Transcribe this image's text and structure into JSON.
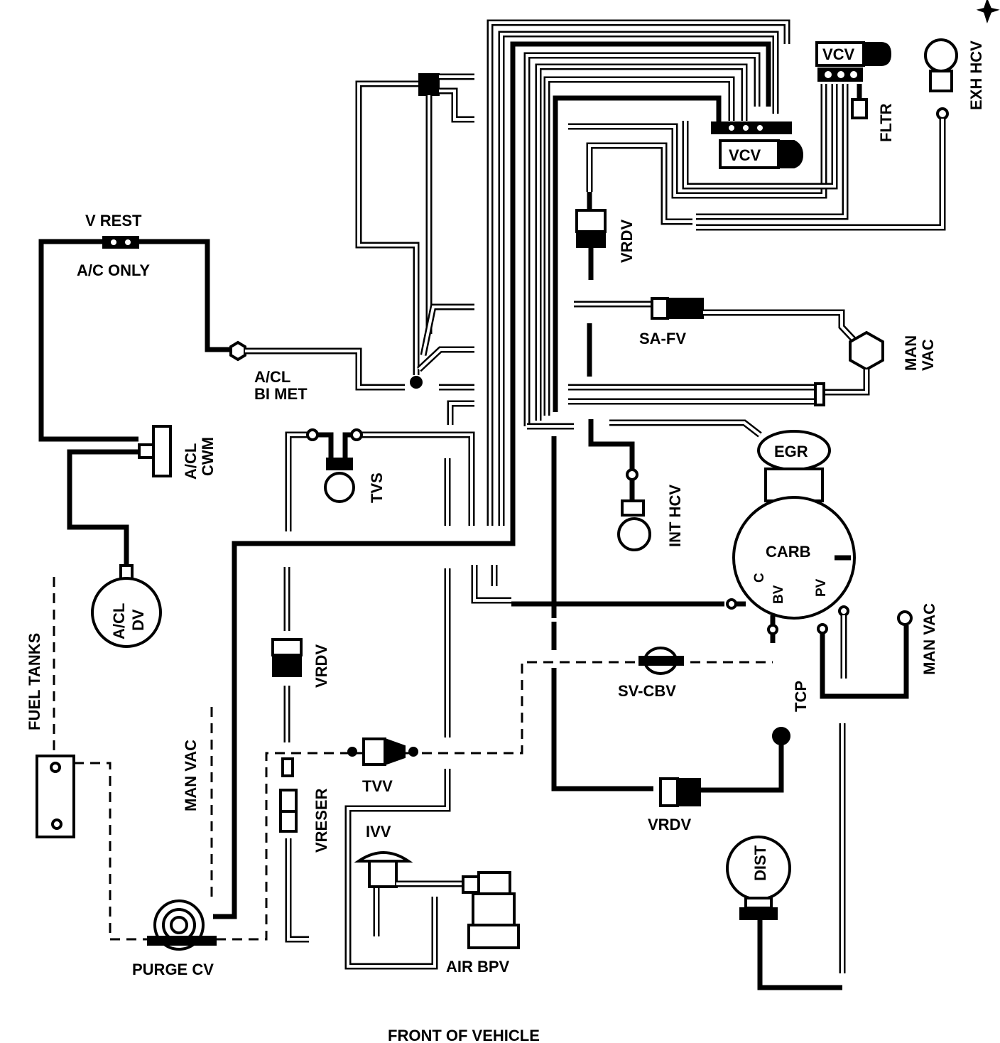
{
  "labels": {
    "v_rest": "V REST",
    "ac_only": "A/C ONLY",
    "acl_bimet_1": "A/CL",
    "acl_bimet_2": "BI MET",
    "acl_cwm_1": "A/CL",
    "acl_cwm_2": "CWM",
    "acl_dv_1": "A/CL",
    "acl_dv_2": "DV",
    "fuel_tanks": "FUEL TANKS",
    "man_vac_left": "MAN VAC",
    "purge_cv": "PURGE  CV",
    "tvs": "TVS",
    "vrdv_center": "VRDV",
    "vreser": "VRESER",
    "tvv": "TVV",
    "ivv": "IVV",
    "air_bpv": "AIR BPV",
    "vcv_top": "VCV",
    "vcv_mid": "VCV",
    "fltr": "FLTR",
    "exh_hcv": "EXH HCV",
    "vrdv_upper": "VRDV",
    "sa_fv": "SA-FV",
    "man_vac_right_1": "MAN",
    "man_vac_right_2": "VAC",
    "egr": "EGR",
    "int_hcv": "INT HCV",
    "carb": "CARB",
    "c": "C",
    "bv": "BV",
    "pv": "PV",
    "man_vac_lower": "MAN VAC",
    "tcp": "TCP",
    "sv_cbv": "SV-CBV",
    "vrdv_lower": "VRDV",
    "dist": "DIST",
    "front": "FRONT OF VEHICLE"
  },
  "colors": {
    "line": "#000000",
    "background": "#ffffff"
  }
}
